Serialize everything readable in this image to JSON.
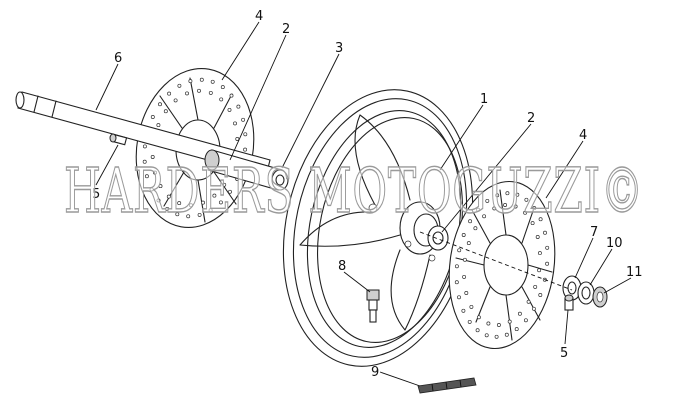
{
  "watermark": "HARDERS MOTOGUZZI©",
  "callouts": [
    {
      "id": "c1",
      "label": "1"
    },
    {
      "id": "c2a",
      "label": "2"
    },
    {
      "id": "c2b",
      "label": "2"
    },
    {
      "id": "c3",
      "label": "3"
    },
    {
      "id": "c4a",
      "label": "4"
    },
    {
      "id": "c4b",
      "label": "4"
    },
    {
      "id": "c5a",
      "label": "5"
    },
    {
      "id": "c5b",
      "label": "5"
    },
    {
      "id": "c6",
      "label": "6"
    },
    {
      "id": "c7",
      "label": "7"
    },
    {
      "id": "c8",
      "label": "8"
    },
    {
      "id": "c9",
      "label": "9"
    },
    {
      "id": "c10",
      "label": "10"
    },
    {
      "id": "c11",
      "label": "11"
    }
  ]
}
